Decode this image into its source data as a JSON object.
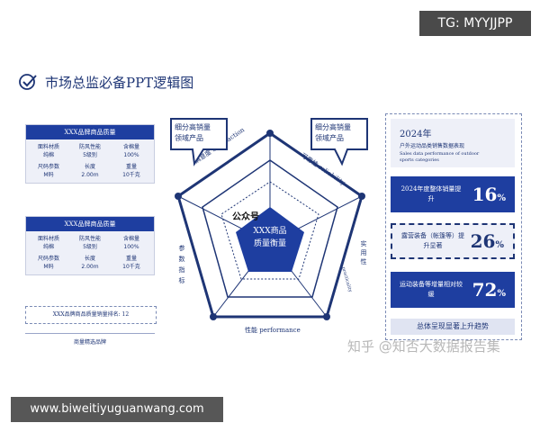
{
  "watermark_tg": "TG: MYYJJPP",
  "watermark_url": "www.biweitiyuguanwang.com",
  "watermark_zh": "知乎 @知否大数据报告集",
  "title": "市场总监必备PPT逻辑图",
  "left_panels": [
    {
      "header": "XXX品牌商品质量",
      "cells": [
        {
          "label": "面料材质",
          "value": "纯棉"
        },
        {
          "label": "防风性能",
          "value": "5级别"
        },
        {
          "label": "含棉量",
          "value": "100%"
        },
        {
          "label": "尺码参数",
          "value": "M码"
        },
        {
          "label": "长度",
          "value": "2.00m"
        },
        {
          "label": "重量",
          "value": "10千克"
        }
      ]
    },
    {
      "header": "XXX品牌商品质量",
      "cells": [
        {
          "label": "面料材质",
          "value": "纯棉"
        },
        {
          "label": "防风性能",
          "value": "5级别"
        },
        {
          "label": "含棉量",
          "value": "100%"
        },
        {
          "label": "尺码参数",
          "value": "M码"
        },
        {
          "label": "长度",
          "value": "2.00m"
        },
        {
          "label": "重量",
          "value": "10千克"
        }
      ]
    }
  ],
  "rank_text": "XXX品牌商品质量销量排名: 12",
  "rank_caption": "商量精选品牌",
  "diagram": {
    "bubble_left": [
      "细分高销量",
      "领域产品"
    ],
    "bubble_right": [
      "细分高销量",
      "领域产品"
    ],
    "center": [
      "XXX商品",
      "质量衡量"
    ],
    "tag": "公众号",
    "axes": {
      "top_left": "满意度 Satisfaction",
      "top_right": "可靠性 reliability",
      "right": "实用性",
      "right_en": "practicality",
      "bottom": "性能 performance",
      "left": "参数指标"
    }
  },
  "summary": {
    "year": "2024年",
    "subtitle": "户外运动品类销售数据表现",
    "subtitle_en": "Sales data performance of outdoor sports categories",
    "stats": [
      {
        "label": "2024年度整体销量提升",
        "value": "16",
        "unit": "%"
      },
      {
        "label": "露营装备（帐篷等）提升显著",
        "value": "26",
        "unit": "%"
      },
      {
        "label": "运动装备等增量相对较缓",
        "value": "72",
        "unit": "%"
      }
    ],
    "footer": "总体呈现显著上升趋势"
  }
}
